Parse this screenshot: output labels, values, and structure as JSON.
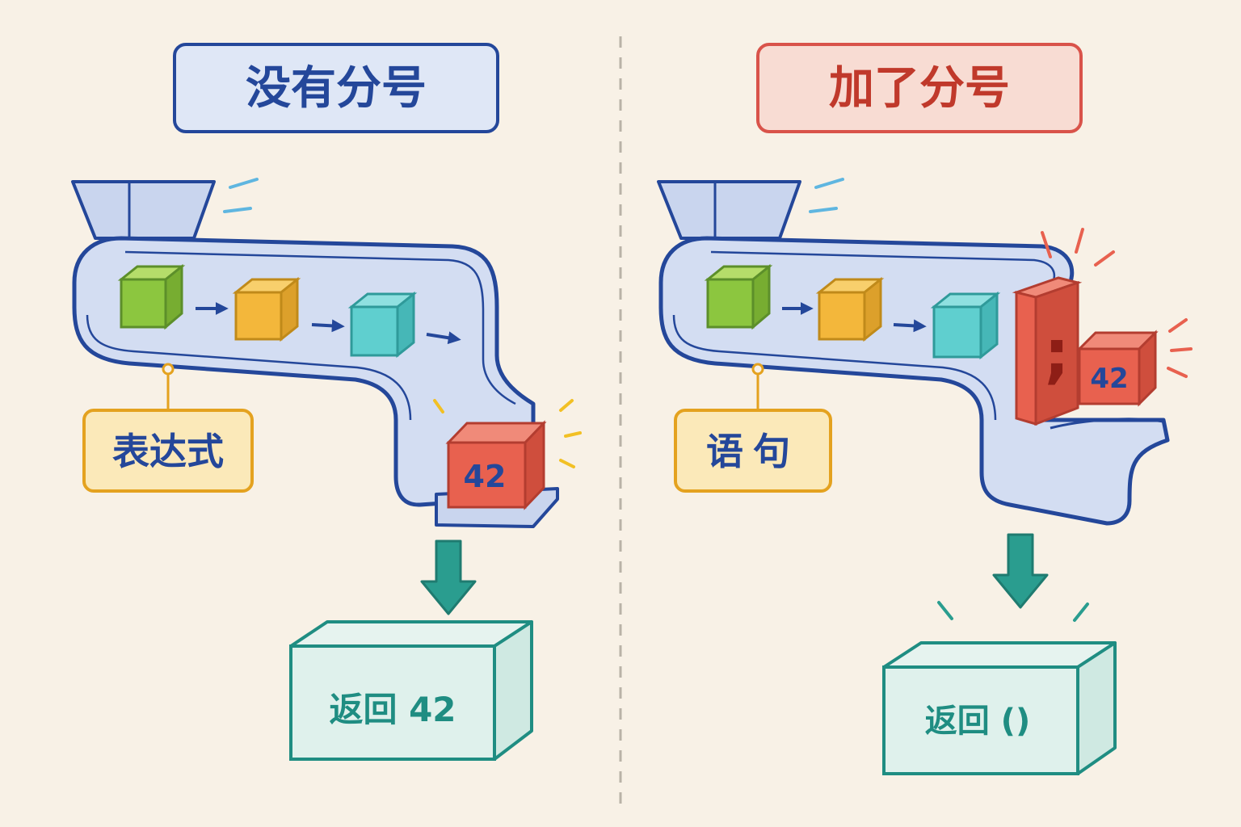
{
  "colors": {
    "background": "#f8f1e6",
    "blue_outline": "#24479a",
    "blue_fill": "#dfe7f6",
    "red_outline": "#d9534a",
    "red_fill": "#f8dcd3",
    "orange_outline": "#e4a21f",
    "orange_fill": "#fbe9b9",
    "teal_outline": "#1f8d82",
    "teal_fill": "#dff1ec",
    "green_cube": "#8cc63f",
    "yellow_cube": "#f3b73b",
    "cyan_cube": "#5fcfcf",
    "red_cube": "#e8614f",
    "divider": "#b9b2a7"
  },
  "left_panel": {
    "title": "没有分号",
    "label": "表达式",
    "cube_value": "42",
    "result": "返回 42",
    "icons": [
      "hopper-icon",
      "conveyor-chute-icon",
      "green-cube-icon",
      "yellow-cube-icon",
      "cyan-cube-icon",
      "red-cube-icon",
      "arrow-right-icon",
      "arrow-down-icon",
      "open-box-icon"
    ]
  },
  "right_panel": {
    "title": "加了分号",
    "label": "语句",
    "cube_value": "42",
    "semicolon": ";",
    "result": "返回 ()",
    "icons": [
      "hopper-icon",
      "conveyor-chute-icon",
      "green-cube-icon",
      "yellow-cube-icon",
      "cyan-cube-icon",
      "semicolon-gate-icon",
      "red-cube-icon",
      "arrow-right-icon",
      "arrow-down-icon",
      "open-box-icon"
    ]
  }
}
